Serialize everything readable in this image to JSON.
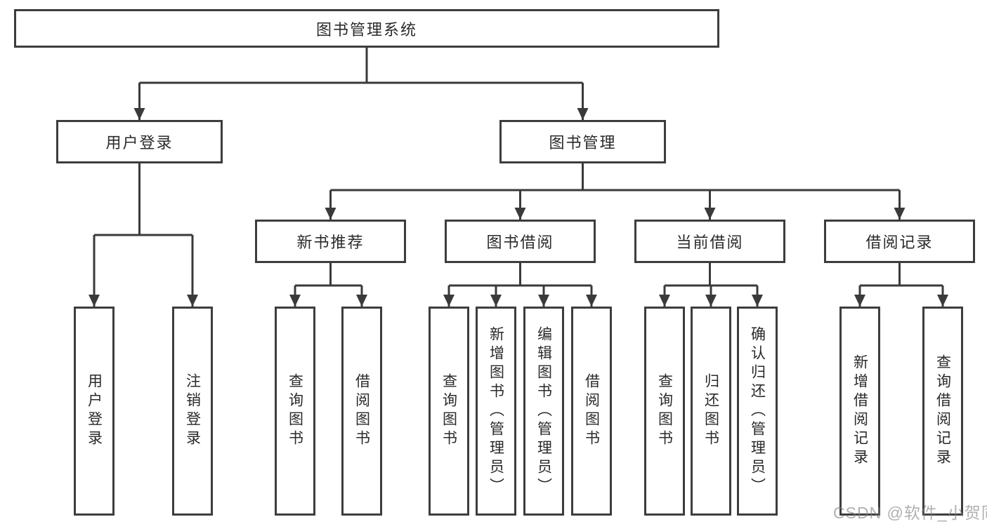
{
  "tree": {
    "root": {
      "label": "图书管理系统"
    },
    "branches": [
      {
        "label": "用户登录",
        "children": [
          "用户登录",
          "注销登录"
        ]
      },
      {
        "label": "图书管理",
        "groups": [
          {
            "label": "新书推荐",
            "children": [
              "查询图书",
              "借阅图书"
            ]
          },
          {
            "label": "图书借阅",
            "children": [
              "查询图书",
              "新增图书（管理员）",
              "编辑图书（管理员）",
              "借阅图书"
            ]
          },
          {
            "label": "当前借阅",
            "children": [
              "查询图书",
              "归还图书",
              "确认归还（管理员）"
            ]
          },
          {
            "label": "借阅记录",
            "children": [
              "新增借阅记录",
              "查询借阅记录"
            ]
          }
        ]
      }
    ]
  },
  "watermark": "CSDN @软件_小贺同学",
  "colors": {
    "line": "#3a3a3a",
    "border": "#3d3d3d",
    "text": "#2a2a2a",
    "watermark": "#9e9e9e",
    "background": "#ffffff"
  }
}
